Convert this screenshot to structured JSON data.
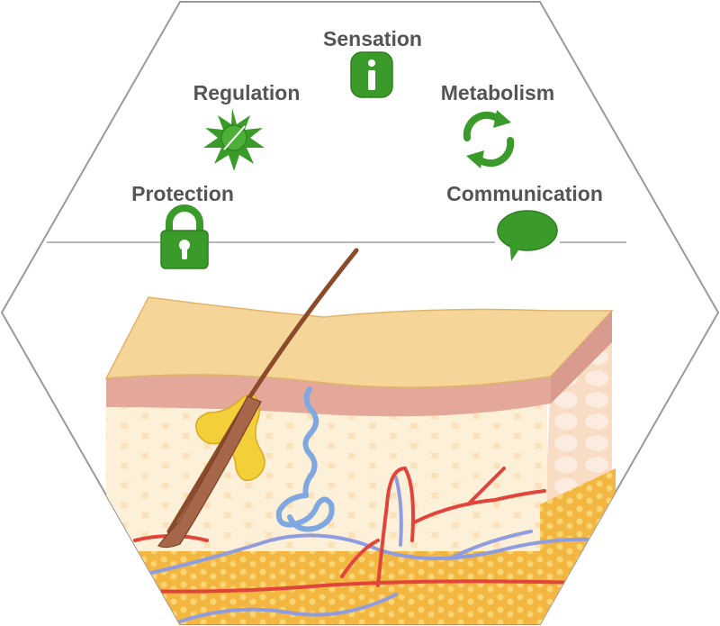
{
  "functions": {
    "sensation": "Sensation",
    "regulation": "Regulation",
    "metabolism": "Metabolism",
    "protection": "Protection",
    "communication": "Communication"
  },
  "icons": {
    "sensation": "info-icon",
    "regulation": "sun-icon",
    "metabolism": "recycle-icon",
    "protection": "padlock-icon",
    "communication": "speech-bubble-icon"
  },
  "colors": {
    "icon_green": "#3a9a2a",
    "epidermis": "#f6d598",
    "dermis": "#fbe3c0",
    "fat": "#f4b63e",
    "hair": "#8b4a2a",
    "gland": "#f3cf3a",
    "sweat_duct": "#7fa7e0",
    "artery": "#e0443a",
    "vein": "#8f9de0",
    "outline": "#9a9a9a"
  }
}
